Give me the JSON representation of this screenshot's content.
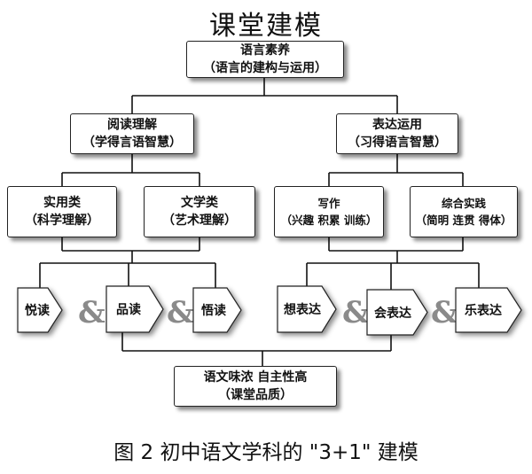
{
  "title": "课堂建模",
  "root": {
    "line1": "语言素养",
    "line2": "（语言的建构与运用）"
  },
  "left": {
    "line1": "阅读理解",
    "line2": "（学得言语智慧）"
  },
  "right": {
    "line1": "表达运用",
    "line2": "（习得语言智慧）"
  },
  "left_a": {
    "line1": "实用类",
    "line2": "（科学理解）"
  },
  "left_b": {
    "line1": "文学类",
    "line2": "（艺术理解）"
  },
  "right_a": {
    "line1": "写作",
    "line2": "（兴趣 积累 训练）"
  },
  "right_b": {
    "line1": "综合实践",
    "line2": "（简明 连贯 得体）"
  },
  "reading_arrows": [
    "悦读",
    "品读",
    "悟读"
  ],
  "expression_arrows": [
    "想表达",
    "会表达",
    "乐表达"
  ],
  "amp_symbol": "&",
  "bottom": {
    "line1": "语文味浓  自主性高",
    "line2": "（课堂品质）"
  },
  "caption": "图 2   初中语文学科的 \"3+1\" 建模"
}
